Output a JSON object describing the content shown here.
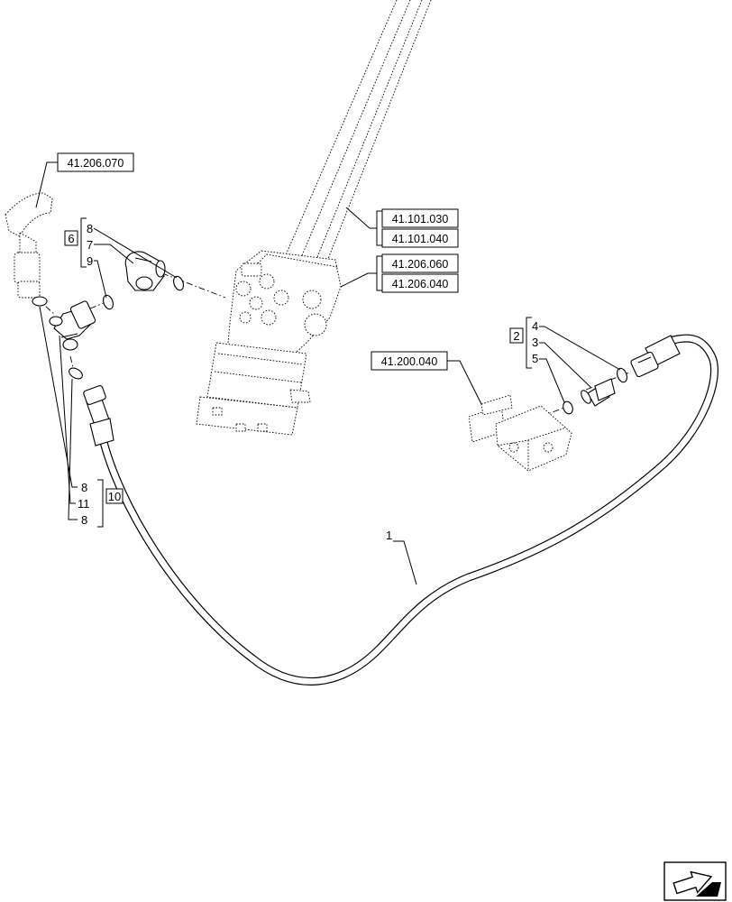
{
  "references": {
    "hose_ref": "41.206.070",
    "column_ref_1": "41.101.030",
    "column_ref_2": "41.101.040",
    "orbitrol_ref_1": "41.206.060",
    "orbitrol_ref_2": "41.206.040",
    "valve_ref": "41.200.040"
  },
  "kits": {
    "kit_6": "6",
    "kit_2": "2",
    "kit_10": "10"
  },
  "items": {
    "k6_item_a": "8",
    "k6_item_b": "7",
    "k6_item_c": "9",
    "k2_item_a": "4",
    "k2_item_b": "3",
    "k2_item_c": "5",
    "k10_item_a": "8",
    "k10_item_b": "11",
    "k10_item_c": "8",
    "hose_item": "1"
  },
  "nav_icon": "next-page-arrow-icon"
}
